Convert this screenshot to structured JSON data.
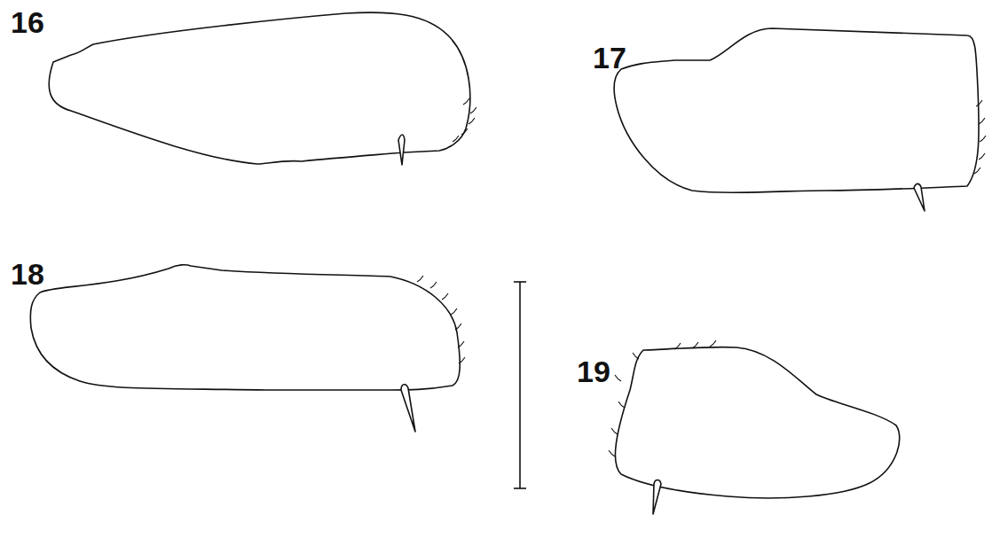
{
  "diagram": {
    "labels": [
      "16",
      "17",
      "18",
      "19"
    ]
  }
}
